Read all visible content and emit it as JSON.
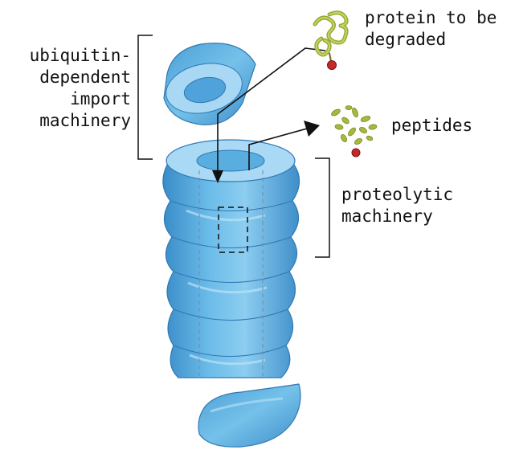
{
  "labels": {
    "import_machinery": [
      "ubiquitin-",
      "dependent",
      "import",
      "machinery"
    ],
    "protein": [
      "protein to be",
      "degraded"
    ],
    "peptides": "peptides",
    "proteolytic": [
      "proteolytic",
      "machinery"
    ]
  },
  "colors": {
    "body": "#62b4e6",
    "body_dark": "#3d8fc9",
    "body_light": "#a6d7f3",
    "inner": "#cde9f8",
    "peptide_green": "#a7b83d",
    "ubiquitin_red": "#c62828",
    "line": "#111111"
  }
}
